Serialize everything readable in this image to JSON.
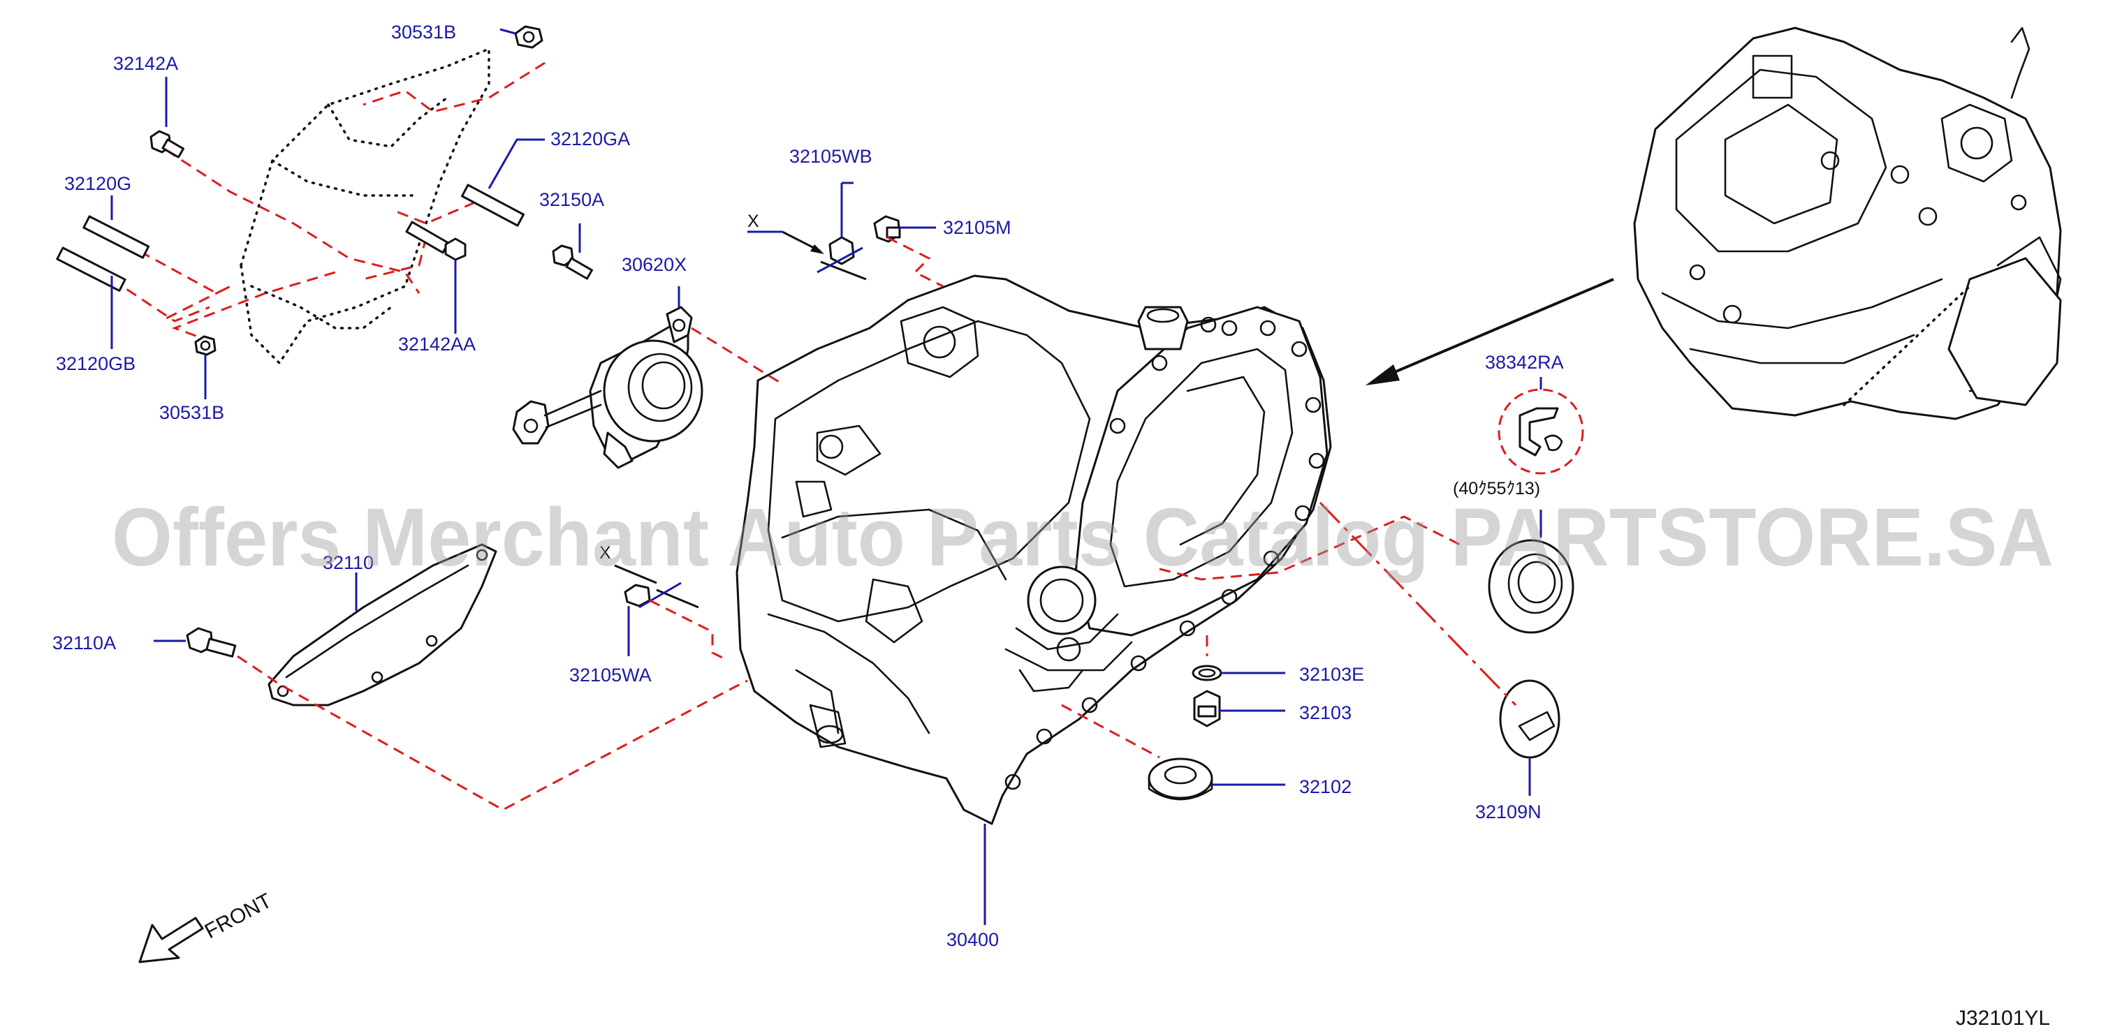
{
  "diagram": {
    "code": "J32101YL",
    "watermark": "Offers Merchant Auto Parts Catalog PARTSTORE.SA",
    "front_label": "FRONT",
    "size_note": "(40ｸ55ｸ13)",
    "section_marks": {
      "top": "X",
      "middle": "X"
    },
    "labels": {
      "p30531B_top": "30531B",
      "p32142A": "32142A",
      "p32120GA": "32120GA",
      "p32120G": "32120G",
      "p32150A": "32150A",
      "p32120GB": "32120GB",
      "p32142AA": "32142AA",
      "p30531B_bottom": "30531B",
      "p32105WB": "32105WB",
      "p32105M": "32105M",
      "p30620X": "30620X",
      "p38342RA": "38342RA",
      "p32110": "32110",
      "p32110A": "32110A",
      "p32105WA": "32105WA",
      "p32103E": "32103E",
      "p32103": "32103",
      "p32102": "32102",
      "p32109N": "32109N",
      "p30400": "30400"
    }
  }
}
